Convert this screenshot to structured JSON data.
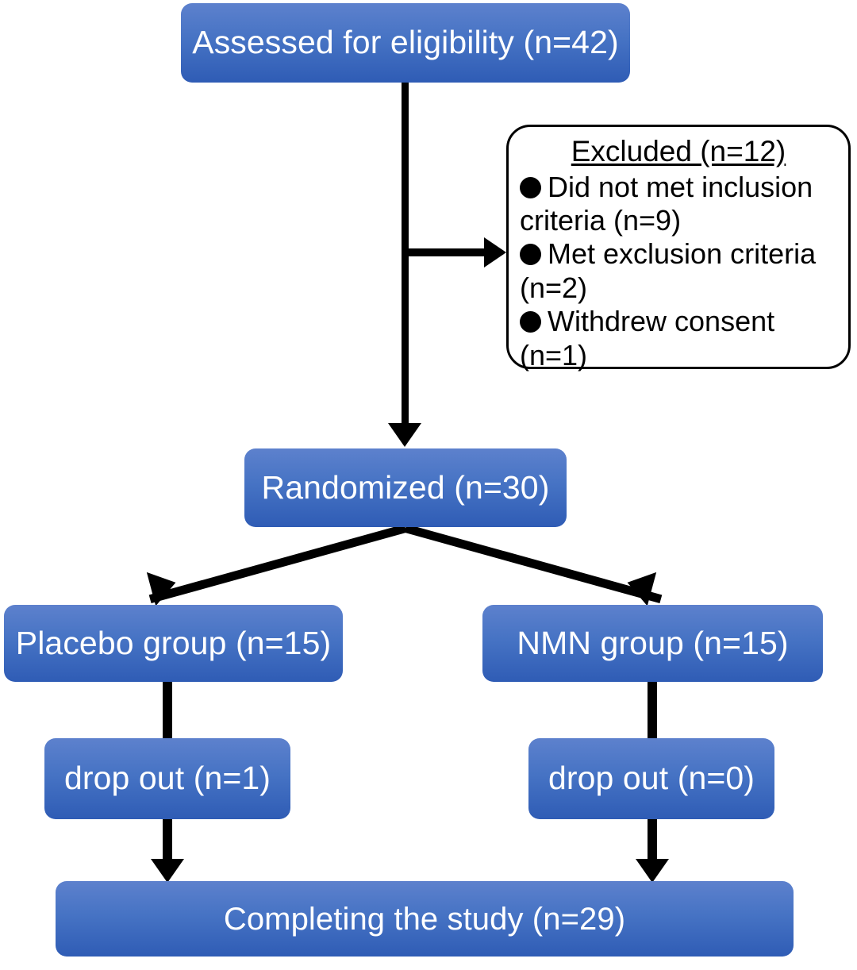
{
  "diagram": {
    "type": "flowchart",
    "title": "CONSORT participant flow diagram",
    "colors": {
      "node_fill_top": "#5d81cd",
      "node_fill_bottom": "#2f5cb5",
      "node_text": "#ffffff",
      "connector": "#000000",
      "excluded_box_border": "#000000",
      "background": "#ffffff"
    },
    "nodes": {
      "assessed": "Assessed for eligibility (n=42)",
      "randomized": "Randomized (n=30)",
      "placebo_group": "Placebo group (n=15)",
      "nmn_group": "NMN group (n=15)",
      "placebo_dropout": "drop out (n=1)",
      "nmn_dropout": "drop out (n=0)",
      "completing": "Completing the study (n=29)"
    },
    "excluded": {
      "title": "Excluded (n=12)",
      "reasons": [
        "Did not met inclusion criteria (n=9)",
        "Met exclusion criteria (n=2)",
        "Withdrew consent (n=1)"
      ]
    }
  }
}
